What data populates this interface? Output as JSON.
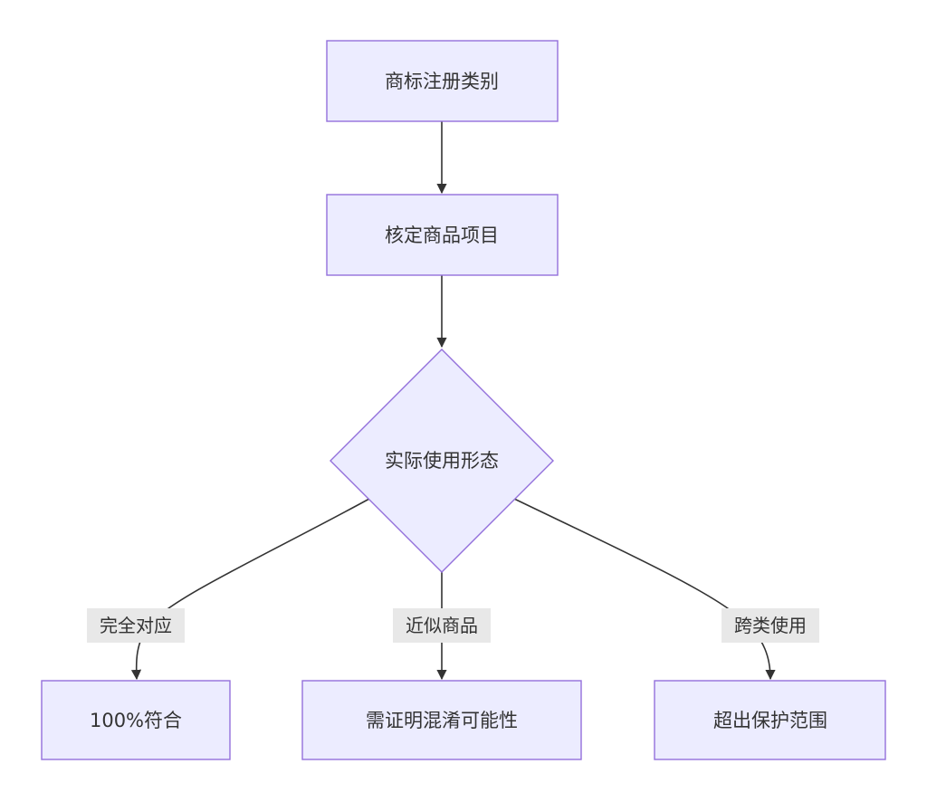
{
  "nodes": {
    "registration_class": "商标注册类别",
    "approved_goods": "核定商品项目",
    "actual_use_form": "实际使用形态",
    "full_match": "100%符合",
    "proof_confusion": "需证明混淆可能性",
    "beyond_scope": "超出保护范围"
  },
  "edge_labels": {
    "exact_match": "完全对应",
    "similar_goods": "近似商品",
    "cross_class": "跨类使用"
  },
  "colors": {
    "node_fill": "#ECECFF",
    "node_stroke": "#9370DB",
    "edge": "#333333",
    "label_bg": "#E8E8E8"
  }
}
